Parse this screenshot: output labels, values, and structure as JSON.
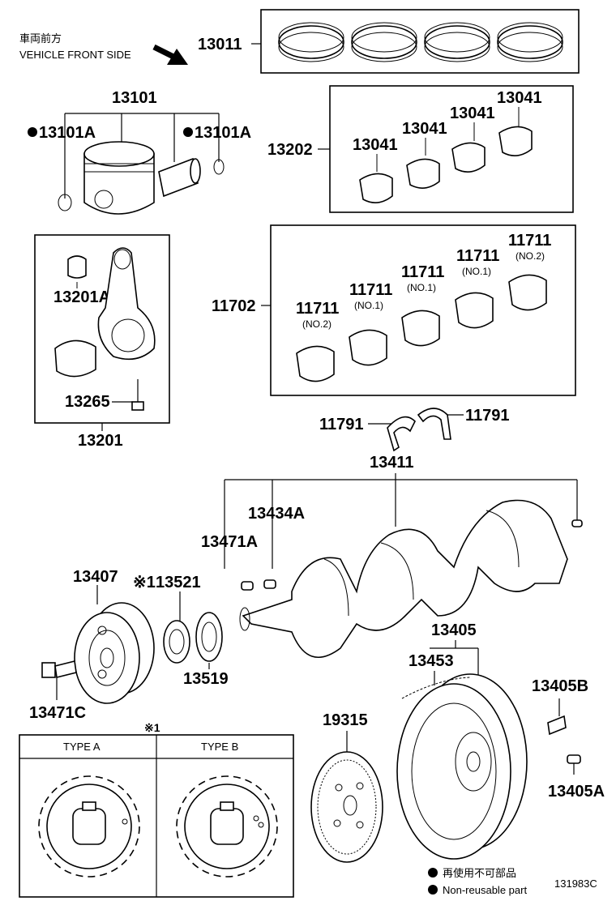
{
  "direction": {
    "label_jp": "車両前方",
    "label_en": "VEHICLE FRONT SIDE"
  },
  "parts": {
    "p13011": "13011",
    "p13101": "13101",
    "p13101A": "13101A",
    "p13202": "13202",
    "p13041": "13041",
    "p13201A": "13201A",
    "p13265": "13265",
    "p13201": "13201",
    "p11702": "11702",
    "p11711": "11711",
    "no1": "(NO.1)",
    "no2": "(NO.2)",
    "p11791": "11791",
    "p13411": "13411",
    "p13434A": "13434A",
    "p13471A": "13471A",
    "p13407": "13407",
    "p13521": "13521",
    "note_mark": "※1",
    "p13519": "13519",
    "p13471C": "13471C",
    "p13405": "13405",
    "p13453": "13453",
    "p13405B": "13405B",
    "p19315": "19315",
    "p13405A": "13405A"
  },
  "types": {
    "note_mark": "※1",
    "type_a": "TYPE A",
    "type_b": "TYPE B"
  },
  "legend": {
    "jp": "再使用不可部品",
    "en": "Non-reusable part"
  },
  "diagram_id": "131983C"
}
